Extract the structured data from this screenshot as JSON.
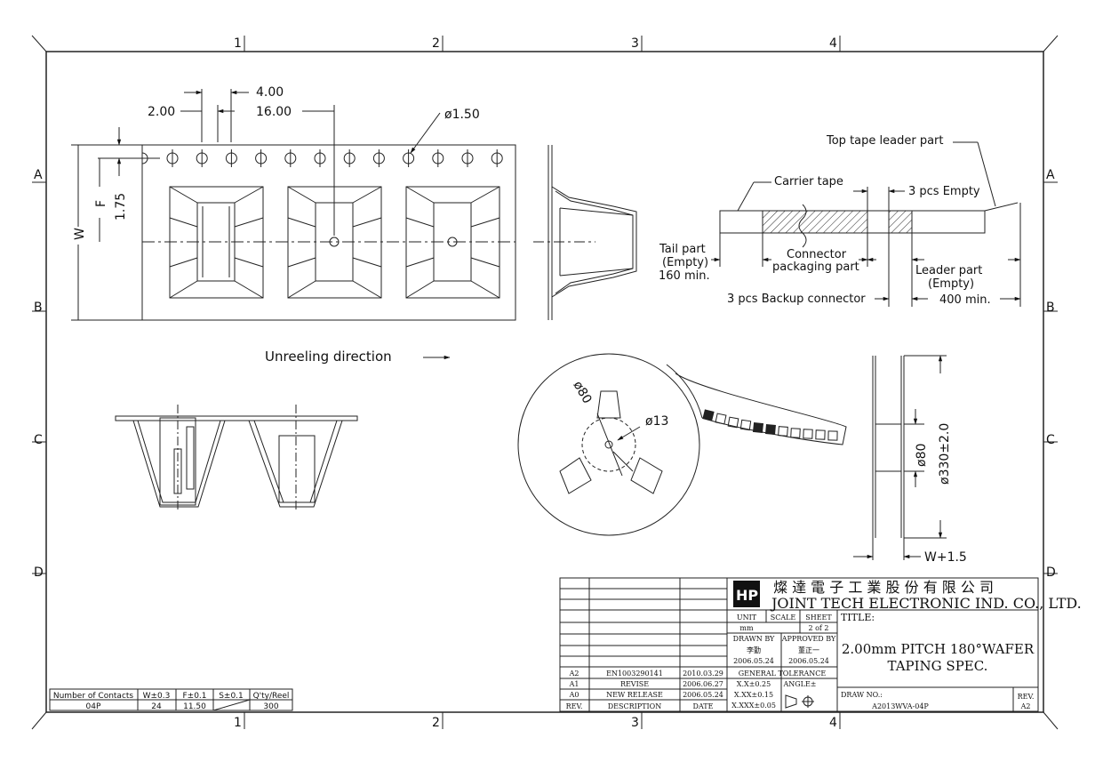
{
  "zones": {
    "cols": [
      "1",
      "2",
      "3",
      "4"
    ],
    "rows": [
      "A",
      "B",
      "C",
      "D"
    ]
  },
  "tape_dims": {
    "hole_pitch": "4.00",
    "edge": "2.00",
    "pocket_pitch": "16.00",
    "hole_dia": "ø1.50",
    "f_label": "F",
    "w_label": "W",
    "edge_to_hole": "1.75"
  },
  "unreel_label": "Unreeling direction",
  "leader": {
    "top_tape": "Top tape leader part",
    "carrier_tape": "Carrier tape",
    "empty3": "3 pcs Empty",
    "tail_line1": "Tail part",
    "tail_line2": "(Empty)",
    "tail_line3": "160 min.",
    "connector_line1": "Connector",
    "connector_line2": "packaging part",
    "leader_line1": "Leader part",
    "leader_line2": "(Empty)",
    "backup": "3 pcs Backup connector",
    "min400": "400 min."
  },
  "reel": {
    "dia80": "ø80",
    "dia13": "ø13",
    "side_dia80": "ø80",
    "side_dia330": "ø330±2.0",
    "width": "W+1.5"
  },
  "spec_table": {
    "headers": [
      "Number of Contacts",
      "W±0.3",
      "F±0.1",
      "S±0.1",
      "Q'ty/Reel"
    ],
    "row": [
      "04P",
      "24",
      "11.50",
      "",
      "300"
    ]
  },
  "revisions": [
    {
      "rev": "A2",
      "desc": "EN1003290141",
      "date": "2010.03.29"
    },
    {
      "rev": "A1",
      "desc": "REVISE",
      "date": "2006.06.27"
    },
    {
      "rev": "A0",
      "desc": "NEW RELEASE",
      "date": "2006.05.24"
    }
  ],
  "rev_headers": {
    "rev": "REV.",
    "desc": "DESCRIPTION",
    "date": "DATE"
  },
  "title_block": {
    "company_cn": "燦 達 電 子 工 業 股 份 有 限 公 司",
    "company_en": "JOINT TECH ELECTRONIC IND. CO., LTD.",
    "unit_label": "UNIT",
    "unit_val": "mm",
    "scale_label": "SCALE",
    "sheet_label": "SHEET",
    "sheet_val": "2 of 2",
    "drawn_label": "DRAWN BY",
    "drawn_name": "李勤",
    "drawn_date": "2006.05.24",
    "approved_label": "APPROVED BY",
    "approved_name": "董正一",
    "approved_date": "2006.05.24",
    "tol_label": "GENERAL TOLERANCE",
    "tol1": "X.X±0.25",
    "tol2": "X.XX±0.15",
    "tol3": "X.XXX±0.05",
    "angle_label": "ANGLE±",
    "title_label": "TITLE:",
    "title1": "2.00mm PITCH 180°WAFER",
    "title2": "TAPING SPEC.",
    "dwg_label": "DRAW NO.:",
    "dwg_no": "A2013WVA-04P",
    "rev_label": "REV.",
    "rev_val": "A2"
  }
}
